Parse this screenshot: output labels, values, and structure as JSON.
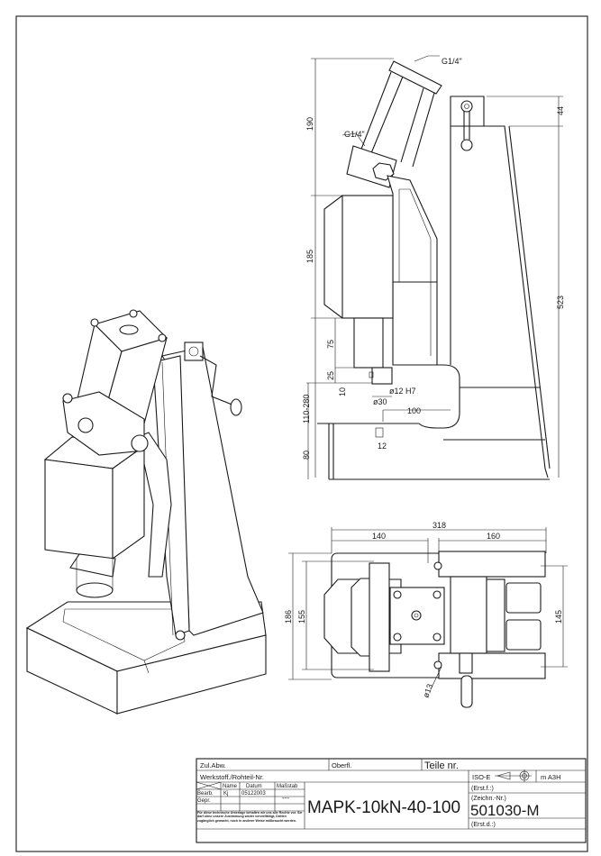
{
  "side_view": {
    "port_top": "G1/4\"",
    "port_side": "G1/4\"",
    "dims": {
      "d190": "190",
      "d185": "185",
      "d75": "75",
      "d25": "25",
      "d10": "10",
      "d110_280": "110-280",
      "d80": "80",
      "d44": "44",
      "d523": "523",
      "d12h7": "ø12 H7",
      "d30": "ø30",
      "d100": "100",
      "d12": "12"
    }
  },
  "plan_view": {
    "dims": {
      "d318": "318",
      "d140": "140",
      "d160": "160",
      "d186": "186",
      "d155": "155",
      "d145": "145",
      "d13": "ø13"
    }
  },
  "title_block": {
    "zul_abw": "Zul.Abw.",
    "oberfl": "Oberfl.",
    "teile_nr": "Teile nr.",
    "werkstoff": "Werkstoff./Rohteil-Nr.",
    "iso": "ISO-E",
    "format": "m A3H",
    "col_name": "Name",
    "col_datum": "Datum",
    "col_massstab": "Maßstab",
    "row_bearb": "Bearb.",
    "row_gepr": "Gepr.",
    "bearb_name": "Kj",
    "bearb_datum": "05122003",
    "massstab": "---",
    "disclaimer": "Für diese technische Unterlage behalten wir uns alle Rechte vor. Sie darf ohne unsere Zustimmung weder vervielfältigt, Dritten zugänglich gemacht, noch in anderer Weise mißbraucht werden.",
    "title": "MAPK-10kN-40-100",
    "erst_f": "(Erst.f.:)",
    "zeichn_nr_label": "(Zeichn.-Nr.)",
    "zeichn_nr": "501030-M",
    "erst_d": "(Erst.d.:)"
  }
}
